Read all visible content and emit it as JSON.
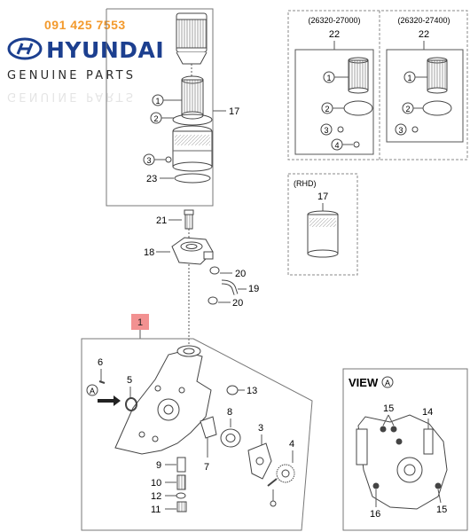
{
  "header": {
    "phone": "091 425 7553",
    "brand": "HYUNDAI",
    "subtitle": "GENUINE PARTS"
  },
  "variants": [
    {
      "code": "(26320-27000)",
      "part": "22"
    },
    {
      "code": "(26320-27400)",
      "part": "22"
    }
  ],
  "rhd": {
    "label": "(RHD)",
    "part": "17"
  },
  "view": {
    "label": "VIEW",
    "ref": "A"
  },
  "callouts": {
    "c1": "1",
    "c2": "2",
    "c3": "3",
    "c4": "4",
    "c5": "5",
    "c6": "6",
    "c7": "7",
    "c8": "8",
    "c9": "9",
    "c10": "10",
    "c11": "11",
    "c12": "12",
    "c13": "13",
    "c14": "14",
    "c15": "15",
    "c16": "16",
    "c17": "17",
    "c18": "18",
    "c19": "19",
    "c20": "20",
    "c21": "21",
    "c22": "22",
    "c23": "23",
    "refA": "A"
  },
  "colors": {
    "highlight": "#f29191",
    "brand": "#1c3f8f",
    "phone": "#f39a2d",
    "line": "#555555"
  }
}
